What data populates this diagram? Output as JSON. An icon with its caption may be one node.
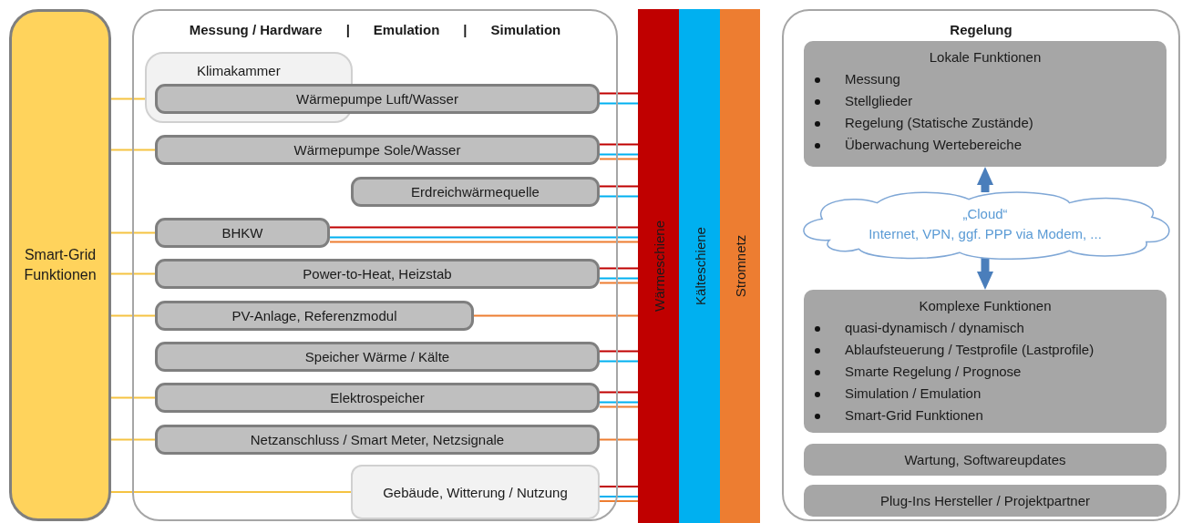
{
  "diagram": {
    "nodes": [
      {
        "text": [
          "Smart-Grid Funktionen"
        ]
      },
      {
        "text": [
          "Messung / Hardware",
          "|",
          "Emulation",
          "|",
          "Simulation"
        ]
      },
      {
        "text": [
          "Klimakammer"
        ],
        "in": 1
      },
      {
        "text": [
          "Wärmepumpe Luft/Wasser"
        ],
        "in": 1
      },
      {
        "text": [
          "Wärmepumpe Sole/Wasser"
        ],
        "in": 1
      },
      {
        "text": [
          "Erdreichwärmequelle"
        ],
        "in": 1
      },
      {
        "text": [
          "BHKW"
        ],
        "in": 1
      },
      {
        "text": [
          "Power-to-Heat, Heizstab"
        ],
        "in": 1
      },
      {
        "text": [
          "PV-Anlage, Referenzmodul"
        ],
        "in": 1
      },
      {
        "text": [
          "Speicher Wärme / Kälte"
        ],
        "in": 1
      },
      {
        "text": [
          "Elektrospeicher"
        ],
        "in": 1
      },
      {
        "text": [
          "Netzanschluss / Smart Meter, Netzsignale"
        ],
        "in": 1
      },
      {
        "text": [
          "Gebäude, Witterung / Nutzung"
        ],
        "in": 1
      },
      {
        "text": [
          "Wärmeschiene"
        ]
      },
      {
        "text": [
          "Kälteschiene"
        ]
      },
      {
        "text": [
          "Stromnetz"
        ]
      },
      {
        "text": [
          "Regelung"
        ]
      },
      {
        "text": [
          "Lokale Funktionen",
          "Messung",
          "Stellglieder",
          "Regelung (Statische Zustände)",
          "Überwachung Wertebereiche"
        ],
        "in": 16
      },
      {
        "text": [
          "„Cloud“",
          "Internet, VPN, ggf. PPP via Modem, ..."
        ],
        "in": 16
      },
      {
        "text": [
          "Komplexe Funktionen",
          "quasi-dynamisch / dynamisch",
          "Ablaufsteuerung / Testprofile (Lastprofile)",
          "Smarte Regelung / Prognose",
          "Simulation / Emulation",
          "Smart-Grid Funktionen"
        ],
        "in": 16
      },
      {
        "text": [
          "Wartung, Softwareupdates"
        ],
        "in": 16
      },
      {
        "text": [
          "Plug-Ins Hersteller / Projektpartner"
        ],
        "in": 16
      }
    ],
    "edges": [
      {
        "from": 0,
        "to": 3,
        "arrow": "none",
        "color": "#f5c342"
      },
      {
        "from": 0,
        "to": 4,
        "arrow": "none",
        "color": "#f5c342"
      },
      {
        "from": 0,
        "to": 6,
        "arrow": "none",
        "color": "#f5c342"
      },
      {
        "from": 0,
        "to": 7,
        "arrow": "none",
        "color": "#f5c342"
      },
      {
        "from": 0,
        "to": 8,
        "arrow": "none",
        "color": "#f5c342"
      },
      {
        "from": 0,
        "to": 10,
        "arrow": "none",
        "color": "#f5c342"
      },
      {
        "from": 0,
        "to": 11,
        "arrow": "none",
        "color": "#f5c342"
      },
      {
        "from": 0,
        "to": 12,
        "arrow": "none",
        "color": "#f5c342"
      },
      {
        "from": 3,
        "to": 13,
        "arrow": "none",
        "color": "#c00000"
      },
      {
        "from": 3,
        "to": 13,
        "arrow": "none",
        "color": "#00b0f0"
      },
      {
        "from": 4,
        "to": 13,
        "arrow": "none",
        "color": "#c00000"
      },
      {
        "from": 4,
        "to": 13,
        "arrow": "none",
        "color": "#00b0f0"
      },
      {
        "from": 4,
        "to": 13,
        "arrow": "none",
        "color": "#ed7d31"
      },
      {
        "from": 5,
        "to": 13,
        "arrow": "none",
        "color": "#c00000"
      },
      {
        "from": 5,
        "to": 13,
        "arrow": "none",
        "color": "#00b0f0"
      },
      {
        "from": 6,
        "to": 13,
        "arrow": "none",
        "color": "#c00000"
      },
      {
        "from": 6,
        "to": 13,
        "arrow": "none",
        "color": "#00b0f0"
      },
      {
        "from": 6,
        "to": 13,
        "arrow": "none",
        "color": "#ed7d31"
      },
      {
        "from": 7,
        "to": 13,
        "arrow": "none",
        "color": "#c00000"
      },
      {
        "from": 7,
        "to": 13,
        "arrow": "none",
        "color": "#00b0f0"
      },
      {
        "from": 7,
        "to": 13,
        "arrow": "none",
        "color": "#ed7d31"
      },
      {
        "from": 8,
        "to": 13,
        "arrow": "none",
        "color": "#ed7d31"
      },
      {
        "from": 9,
        "to": 13,
        "arrow": "none",
        "color": "#c00000"
      },
      {
        "from": 9,
        "to": 13,
        "arrow": "none",
        "color": "#00b0f0"
      },
      {
        "from": 10,
        "to": 13,
        "arrow": "none",
        "color": "#c00000"
      },
      {
        "from": 10,
        "to": 13,
        "arrow": "none",
        "color": "#00b0f0"
      },
      {
        "from": 10,
        "to": 13,
        "arrow": "none",
        "color": "#ed7d31"
      },
      {
        "from": 11,
        "to": 13,
        "arrow": "none",
        "color": "#ed7d31"
      },
      {
        "from": 12,
        "to": 13,
        "arrow": "none",
        "color": "#c00000"
      },
      {
        "from": 12,
        "to": 13,
        "arrow": "none",
        "color": "#00b0f0"
      },
      {
        "from": 12,
        "to": 13,
        "arrow": "none",
        "color": "#ed7d31"
      },
      {
        "from": 18,
        "to": 17,
        "arrow": "to",
        "style": "thick",
        "color": "#4a7ebb"
      },
      {
        "from": 18,
        "to": 19,
        "arrow": "to",
        "style": "thick",
        "color": "#4a7ebb"
      }
    ]
  }
}
